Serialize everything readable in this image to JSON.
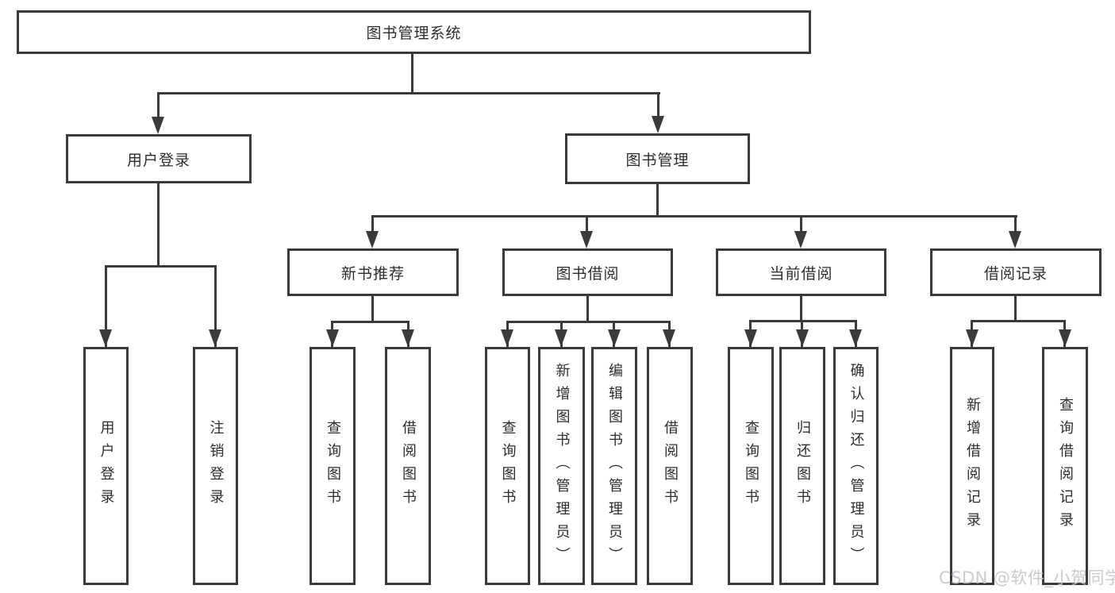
{
  "diagram": {
    "root": {
      "label": "图书管理系统"
    },
    "login": {
      "label": "用户登录",
      "children": [
        {
          "label": "用户登录"
        },
        {
          "label": "注销登录"
        }
      ]
    },
    "mgmt": {
      "label": "图书管理",
      "children": [
        {
          "label": "新书推荐",
          "children": [
            {
              "label": "查询图书"
            },
            {
              "label": "借阅图书"
            }
          ]
        },
        {
          "label": "图书借阅",
          "children": [
            {
              "label": "查询图书"
            },
            {
              "label": "新增图书（管理员）"
            },
            {
              "label": "编辑图书（管理员）"
            },
            {
              "label": "借阅图书"
            }
          ]
        },
        {
          "label": "当前借阅",
          "children": [
            {
              "label": "查询图书"
            },
            {
              "label": "归还图书"
            },
            {
              "label": "确认归还（管理员）"
            }
          ]
        },
        {
          "label": "借阅记录",
          "children": [
            {
              "label": "新增借阅记录"
            },
            {
              "label": "查询借阅记录"
            }
          ]
        }
      ]
    }
  },
  "watermark": {
    "text": "CSDN @软件_小贺同学"
  },
  "colors": {
    "line": "#3a3a3a",
    "box_border": "#3a3a3a",
    "text": "#2d2d2d",
    "watermark": "#c3c7cb",
    "background": "#ffffff"
  }
}
